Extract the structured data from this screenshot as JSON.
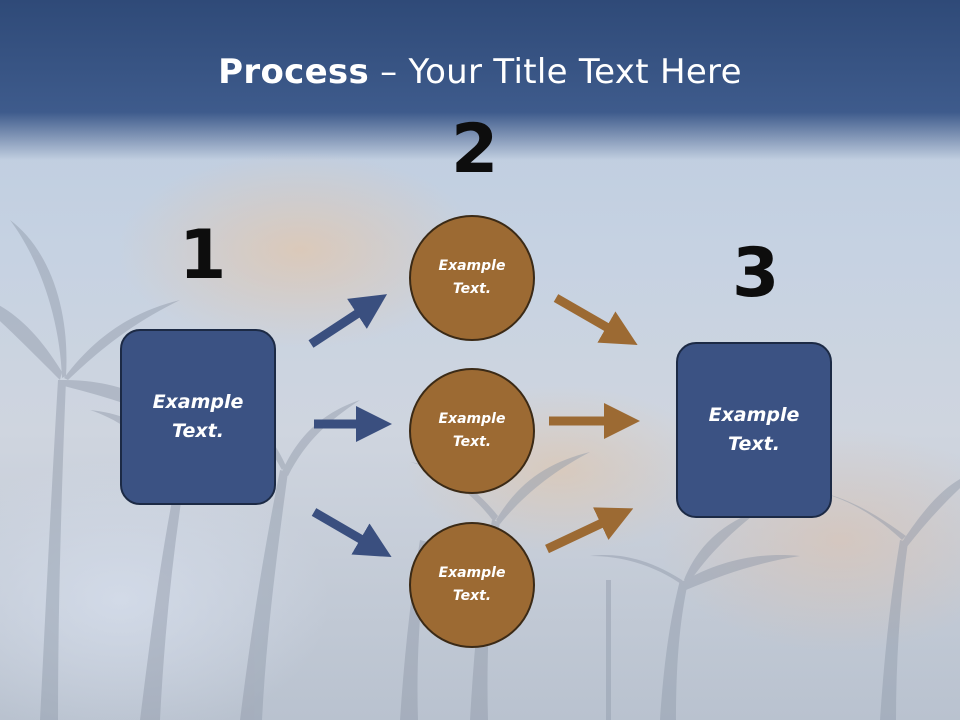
{
  "title": {
    "bold": "Process",
    "rest": " – Your Title Text Here"
  },
  "steps": [
    {
      "number": "1",
      "text": "Example\nText."
    },
    {
      "number": "2",
      "items": [
        "Example\nText.",
        "Example\nText.",
        "Example\nText."
      ]
    },
    {
      "number": "3",
      "text": "Example\nText."
    }
  ],
  "colors": {
    "header": "#3e5b8c",
    "box_fill": "#3b5283",
    "circle_fill": "#9c6a33",
    "arrow_blue": "#3a4f7f",
    "arrow_brown": "#9c6a33"
  }
}
